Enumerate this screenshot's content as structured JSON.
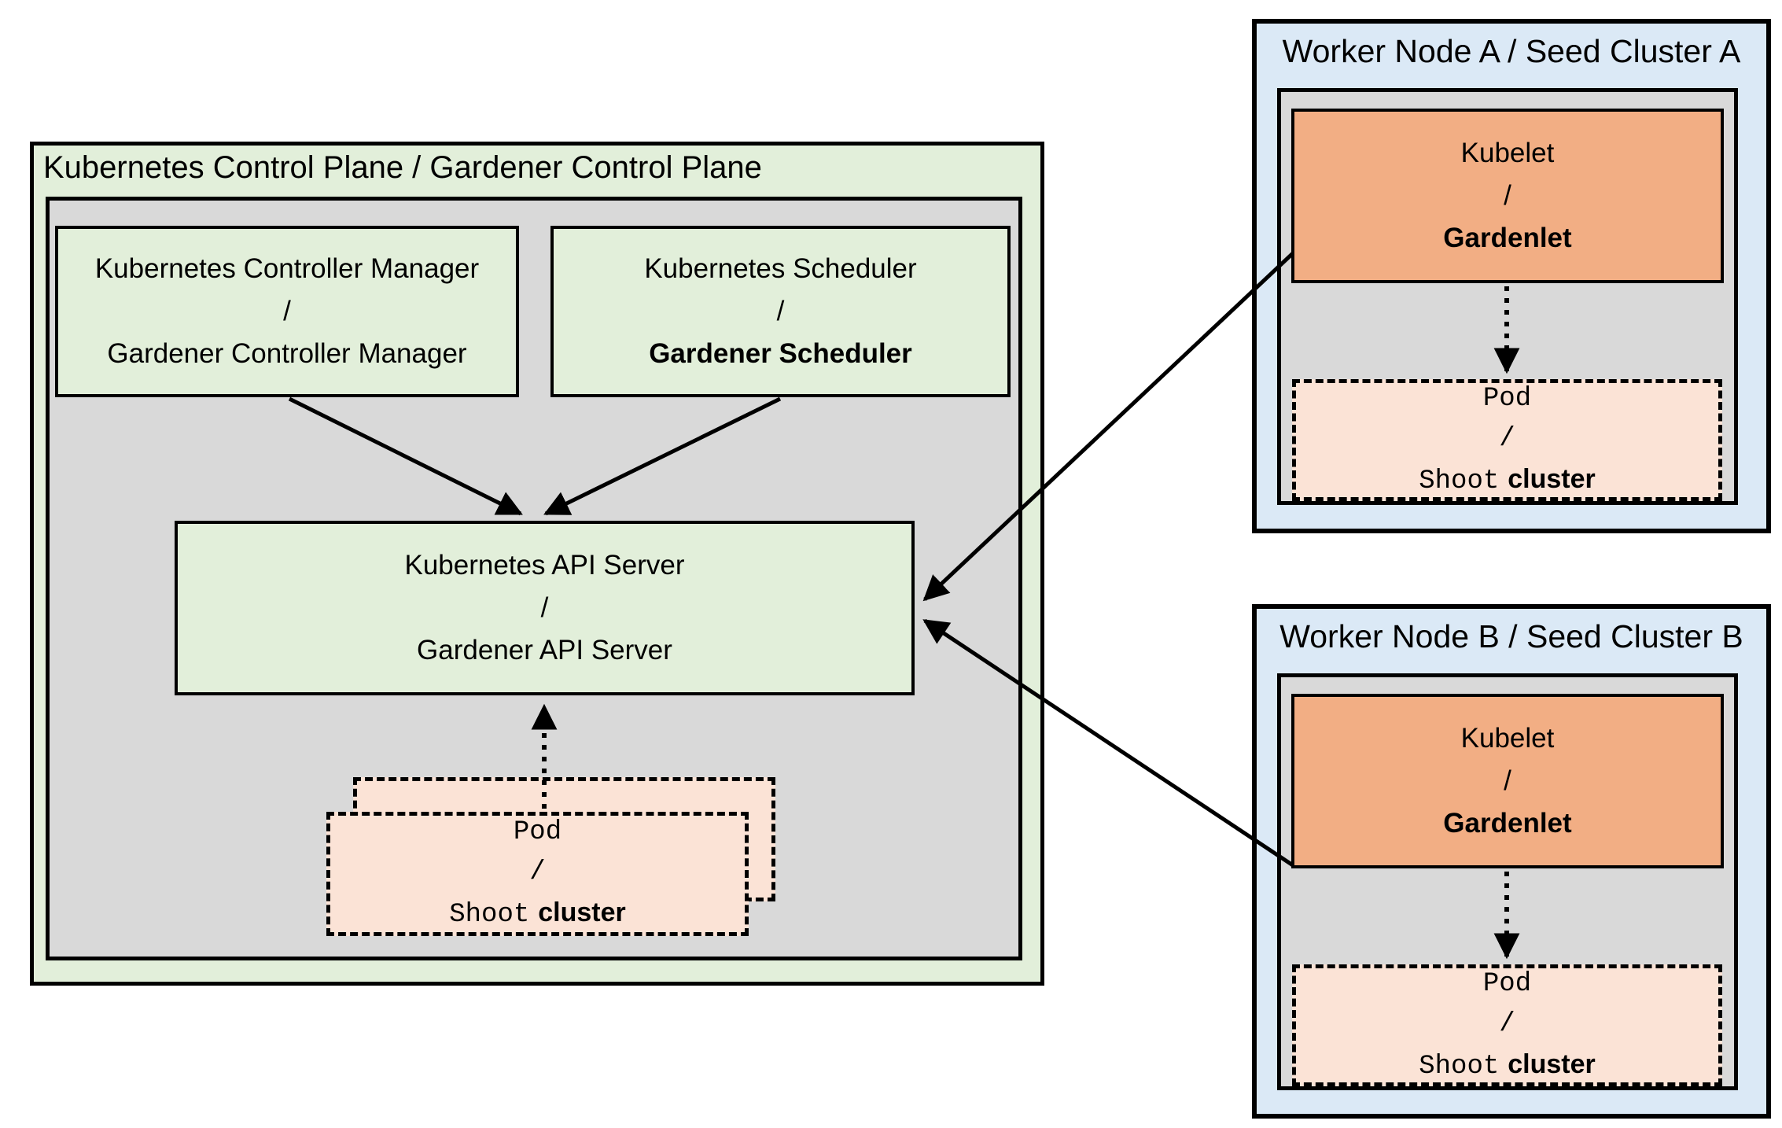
{
  "colors": {
    "panel_green": "#e2efda",
    "panel_gray": "#d9d9d9",
    "panel_blue": "#dbe9f6",
    "kubelet_orange": "#f2ae84",
    "pod_peach": "#fbe3d6",
    "border_black": "#000000"
  },
  "control_plane": {
    "title": "Kubernetes Control Plane / Gardener Control Plane",
    "controller_manager": {
      "line1": "Kubernetes Controller Manager",
      "line2": "/",
      "line3": "Gardener Controller Manager"
    },
    "scheduler": {
      "line1": "Kubernetes Scheduler",
      "line2": "/",
      "line3": "Gardener Scheduler"
    },
    "api_server": {
      "line1": "Kubernetes API Server",
      "line2": "/",
      "line3": "Gardener API Server"
    },
    "pod": {
      "line1": "Pod",
      "line2": "/",
      "line3_mono": "Shoot",
      "line3_sans": "cluster"
    }
  },
  "worker_a": {
    "title": "Worker Node A / Seed Cluster A",
    "kubelet": {
      "line1": "Kubelet",
      "line2": "/",
      "line3": "Gardenlet"
    },
    "pod": {
      "line1": "Pod",
      "line2": "/",
      "line3_mono": "Shoot",
      "line3_sans": "cluster"
    }
  },
  "worker_b": {
    "title": "Worker Node B / Seed Cluster B",
    "kubelet": {
      "line1": "Kubelet",
      "line2": "/",
      "line3": "Gardenlet"
    },
    "pod": {
      "line1": "Pod",
      "line2": "/",
      "line3_mono": "Shoot",
      "line3_sans": "cluster"
    }
  }
}
